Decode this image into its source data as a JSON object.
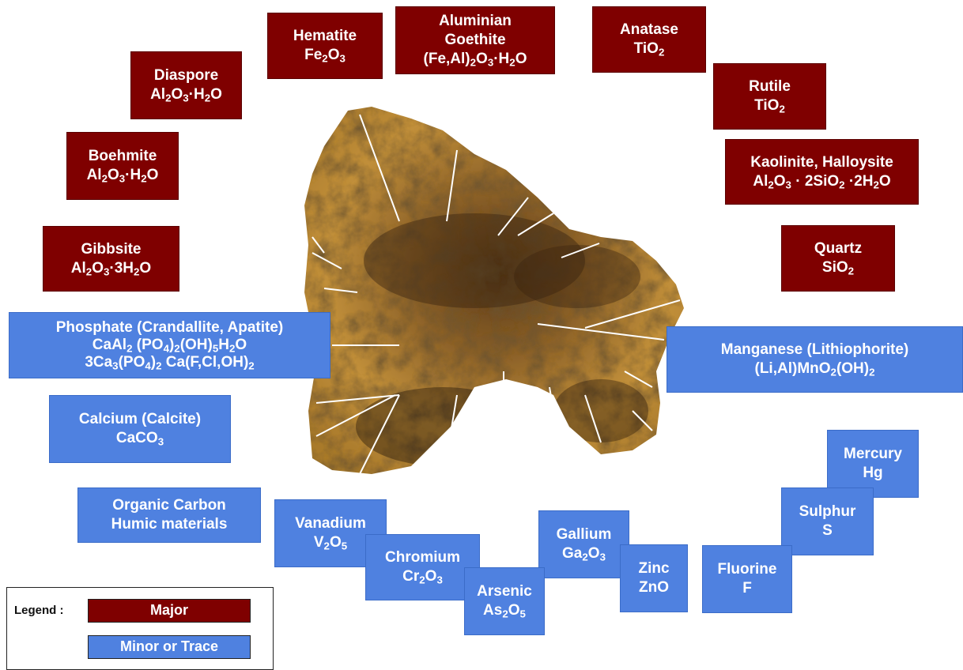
{
  "major_minerals": [
    {
      "name": "Hematite",
      "formula": "Fe<sub>2</sub>O<sub>3</sub>"
    },
    {
      "name": "Aluminian Goethite",
      "formula": "(Fe,Al)<sub>2</sub>O<sub>3</sub>·H<sub>2</sub>O"
    },
    {
      "name": "Anatase",
      "formula": "TiO<sub>2</sub>"
    },
    {
      "name": "Diaspore",
      "formula": "Al<sub>2</sub>O<sub>3</sub>·H<sub>2</sub>O"
    },
    {
      "name": "Rutile",
      "formula": "TiO<sub>2</sub>"
    },
    {
      "name": "Boehmite",
      "formula": "Al<sub>2</sub>O<sub>3</sub>·H<sub>2</sub>O"
    },
    {
      "name": "Kaolinite, Halloysite",
      "formula": "Al<sub>2</sub>O<sub>3</sub> · 2SiO<sub>2</sub> ·2H<sub>2</sub>O"
    },
    {
      "name": "Gibbsite",
      "formula": "Al<sub>2</sub>O<sub>3</sub>·3H<sub>2</sub>O"
    },
    {
      "name": "Quartz",
      "formula": "SiO<sub>2</sub>"
    }
  ],
  "minor_minerals": [
    {
      "name": "Phosphate (Crandallite, Apatite)",
      "formula": "CaAl<sub>2</sub> (PO<sub>4</sub>)<sub>2</sub>(OH)<sub>5</sub>H<sub>2</sub>O",
      "formula2": "3Ca<sub>3</sub>(PO<sub>4</sub>)<sub>2</sub> Ca(F,Cl,OH)<sub>2</sub>"
    },
    {
      "name": "Manganese (Lithiophorite)",
      "formula": "(Li,Al)MnO<sub>2</sub>(OH)<sub>2</sub>"
    },
    {
      "name": "Calcium (Calcite)",
      "formula": "CaCO<sub>3</sub>"
    },
    {
      "name": "Mercury",
      "formula": "Hg"
    },
    {
      "name": "Organic Carbon",
      "formula": "Humic materials"
    },
    {
      "name": "Sulphur",
      "formula": "S"
    },
    {
      "name": "Vanadium",
      "formula": "V<sub>2</sub>O<sub>5</sub>"
    },
    {
      "name": "Gallium",
      "formula": "Ga<sub>2</sub>O<sub>3</sub>"
    },
    {
      "name": "Chromium",
      "formula": "Cr<sub>2</sub>O<sub>3</sub>"
    },
    {
      "name": "Zinc",
      "formula": "ZnO"
    },
    {
      "name": "Fluorine",
      "formula": "F"
    },
    {
      "name": "Arsenic",
      "formula": "As<sub>2</sub>O<sub>5</sub>"
    }
  ],
  "legend": {
    "label": "Legend :",
    "major": "Major",
    "minor": "Minor or Trace"
  },
  "colors": {
    "major": "#7f0000",
    "minor": "#4f81e0",
    "rock_light": "#c9963a",
    "rock_dark": "#3a2410"
  }
}
